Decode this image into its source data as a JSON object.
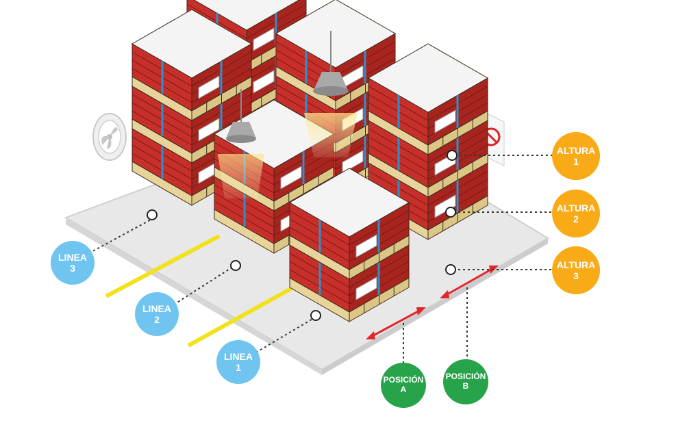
{
  "colors": {
    "linea": "#6fc5ef",
    "altura": "#f8aa17",
    "posicion": "#27a34a",
    "floor": "#e9e9e9",
    "pallet": "#f3e6c0",
    "box_red": "#d2352c",
    "box_top": "#f4f4f4",
    "strap": "#2f8fc9",
    "lane_line": "#f2e21b",
    "position_arrow": "#e1262d",
    "leader": "#333333"
  },
  "icons": {
    "fan": "fan-icon",
    "lamp": "ceiling-lamp-icon",
    "no_pests_sign": "no-rodents-sign-icon",
    "no_insects_sign": "no-insects-sign-icon"
  },
  "labels": {
    "lineas": [
      {
        "l1": "LINEA",
        "l2": "3"
      },
      {
        "l1": "LINEA",
        "l2": "2"
      },
      {
        "l1": "LINEA",
        "l2": "1"
      }
    ],
    "alturas": [
      {
        "l1": "ALTURA",
        "l2": "1"
      },
      {
        "l1": "ALTURA",
        "l2": "2"
      },
      {
        "l1": "ALTURA",
        "l2": "3"
      }
    ],
    "posiciones": [
      {
        "l1": "POSICIÓN",
        "l2": "A"
      },
      {
        "l1": "POSICIÓN",
        "l2": "B"
      }
    ]
  }
}
